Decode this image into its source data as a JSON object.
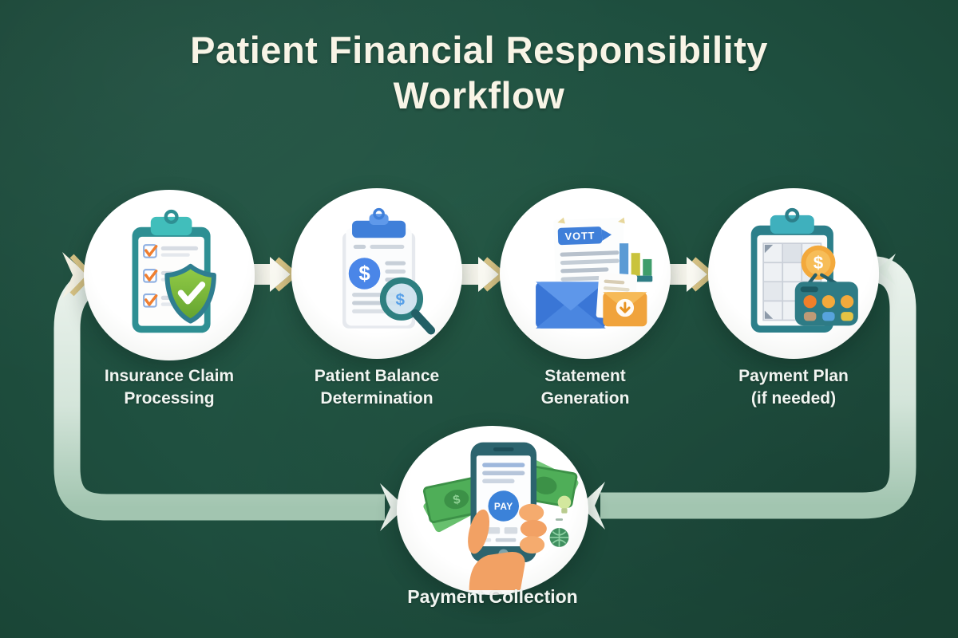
{
  "title": {
    "line1": "Patient Financial Responsibility",
    "line2": "Workflow"
  },
  "steps": [
    {
      "label_line1": "Insurance Claim",
      "label_line2": "Processing",
      "icon": "clipboard-checklist-shield"
    },
    {
      "label_line1": "Patient Balance",
      "label_line2": "Determination",
      "icon": "clipboard-dollar-magnifier"
    },
    {
      "label_line1": "Statement",
      "label_line2": "Generation",
      "icon": "statement-envelopes-chart",
      "document_tag": "VOTT"
    },
    {
      "label_line1": "Payment Plan",
      "label_line2": "(if needed)",
      "icon": "calendar-calculator-coin"
    },
    {
      "label": "Payment Collection",
      "icon": "hand-phone-payment",
      "pay_button_label": "PAY"
    }
  ],
  "icon_texts": {
    "dollar_sign": "$"
  },
  "colors": {
    "background": "#1f5040",
    "title_text": "#f8f4e6",
    "label_text": "#f1f5f1",
    "loop_band_light": "#eaf2ec",
    "loop_band_dark": "#a2c5b0",
    "arrow_white": "#f6f5ec",
    "arrow_gold": "#d8c385",
    "circle_fill": "#ffffff",
    "shield_green": "#7bb93a",
    "clip_teal": "#3fb0bd",
    "accent_blue": "#4a86e8",
    "coin_gold": "#f3a93c",
    "money_green": "#4fae58"
  }
}
